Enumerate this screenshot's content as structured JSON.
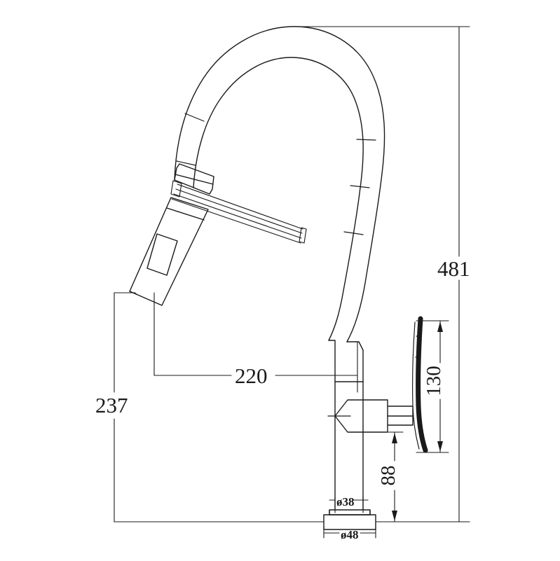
{
  "drawing": {
    "title": "Kitchen Faucet Technical Dimension Drawing",
    "type": "engineering-line-drawing",
    "units": "mm",
    "line_color": "#1a1a1a",
    "background_color": "#ffffff"
  },
  "dimensions": {
    "overall_height": {
      "label": "481",
      "orientation": "vertical",
      "position": "right"
    },
    "left_vertical": {
      "label": "237",
      "orientation": "vertical",
      "position": "left"
    },
    "spout_reach": {
      "label": "220",
      "orientation": "horizontal",
      "position": "center"
    },
    "handle_height": {
      "label": "130",
      "orientation": "vertical-rotated",
      "position": "right-inner"
    },
    "valve_height": {
      "label": "88",
      "orientation": "vertical-rotated",
      "position": "lower-center"
    },
    "column_diameter": {
      "label": "ø38",
      "orientation": "horizontal",
      "position": "base-upper"
    },
    "base_diameter": {
      "label": "ø48",
      "orientation": "horizontal",
      "position": "base-lower"
    }
  },
  "parts": {
    "gooseneck_hose": "gooseneck-hose",
    "spray_head": "spray-head-wand",
    "spray_button": "spray-mode-button",
    "pulldown_hose": "pulldown-hose",
    "column": "vertical-column",
    "valve_body": "valve-body",
    "lever_handle": "lever-handle",
    "base_plate": "base-plate"
  }
}
